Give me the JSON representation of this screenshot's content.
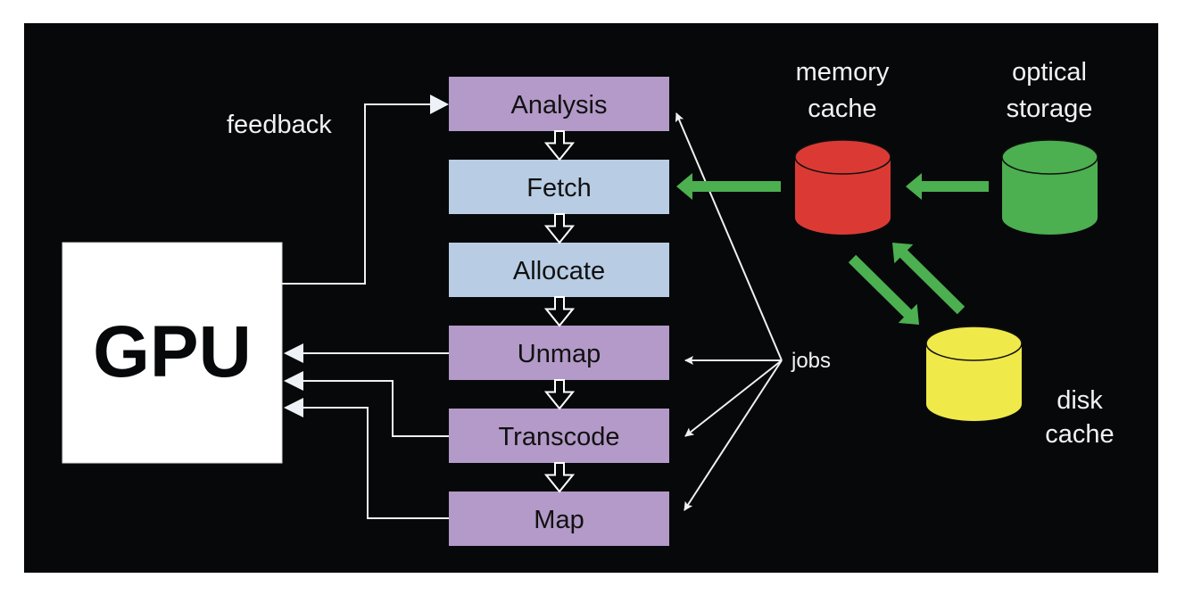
{
  "diagram": {
    "background_color": "#07080a",
    "gpu": {
      "label": "GPU",
      "fill": "#ffffff"
    },
    "feedback_label": "feedback",
    "jobs_label": "jobs",
    "pipeline": [
      {
        "id": "analysis",
        "label": "Analysis",
        "kind": "job"
      },
      {
        "id": "fetch",
        "label": "Fetch",
        "kind": "io"
      },
      {
        "id": "allocate",
        "label": "Allocate",
        "kind": "io"
      },
      {
        "id": "unmap",
        "label": "Unmap",
        "kind": "job"
      },
      {
        "id": "transcode",
        "label": "Transcode",
        "kind": "job"
      },
      {
        "id": "map",
        "label": "Map",
        "kind": "job"
      }
    ],
    "stage_colors": {
      "job": "#b39ac8",
      "io": "#b8cce4"
    },
    "storage": {
      "memory_cache": {
        "label_lines": [
          "memory",
          "cache"
        ],
        "color": "#db3a34"
      },
      "optical_storage": {
        "label_lines": [
          "optical",
          "storage"
        ],
        "color": "#4caf50"
      },
      "disk_cache": {
        "label_lines": [
          "disk",
          "cache"
        ],
        "color": "#f0e94a"
      }
    },
    "flow_arrow_color": "#4caf50",
    "line_color": "#f0f0f0",
    "connections": [
      {
        "from": "gpu",
        "to": "analysis",
        "label": "feedback"
      },
      {
        "from": "unmap",
        "to": "gpu"
      },
      {
        "from": "transcode",
        "to": "gpu"
      },
      {
        "from": "map",
        "to": "gpu"
      },
      {
        "from": "jobs",
        "to": "analysis"
      },
      {
        "from": "jobs",
        "to": "unmap"
      },
      {
        "from": "jobs",
        "to": "transcode"
      },
      {
        "from": "jobs",
        "to": "map"
      },
      {
        "from": "memory_cache",
        "to": "fetch"
      },
      {
        "from": "optical_storage",
        "to": "memory_cache"
      },
      {
        "from": "memory_cache",
        "to": "disk_cache"
      },
      {
        "from": "disk_cache",
        "to": "memory_cache"
      }
    ]
  }
}
